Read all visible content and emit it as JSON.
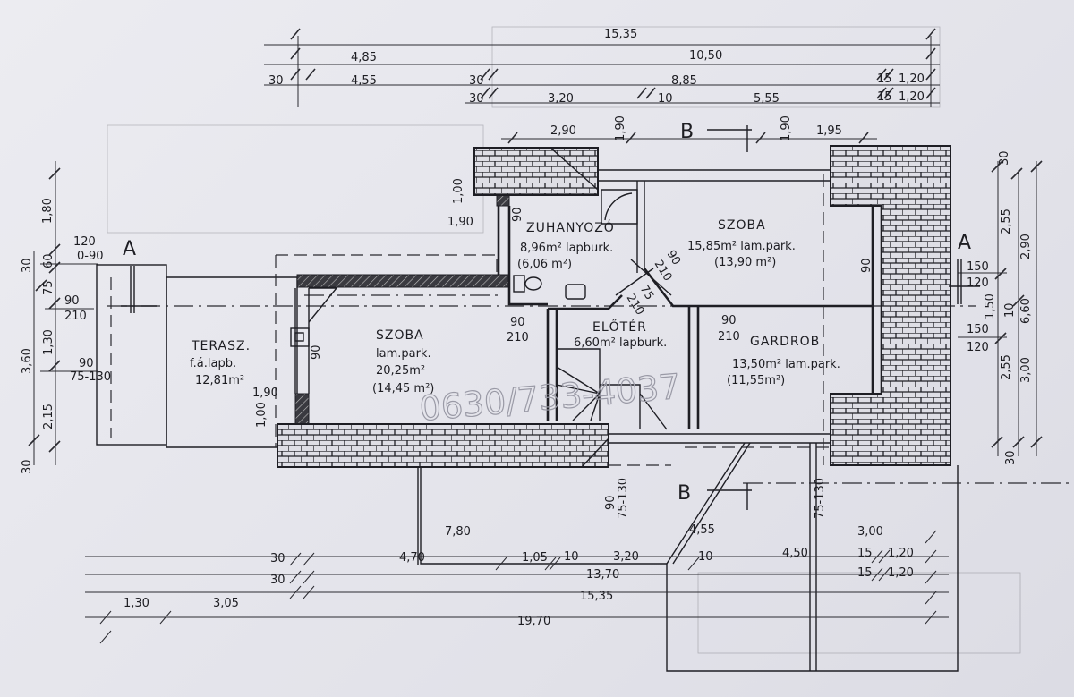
{
  "drawing": {
    "title": "Floor plan",
    "watermark": "0630/733-4037",
    "section_markers": [
      "A",
      "A",
      "B",
      "B"
    ],
    "rooms": [
      {
        "name": "ZUHANYOZÓ",
        "area": "8,96m² lapburk.",
        "net": "(6,06 m²)"
      },
      {
        "name": "SZOBA",
        "area": "15,85m² lam.park.",
        "net": "(13,90 m²)"
      },
      {
        "name": "ELŐTÉR",
        "area": "6,60m² lapburk.",
        "net": ""
      },
      {
        "name": "GARDROB",
        "area": "13,50m² lam.park.",
        "net": "(11,55m²)"
      },
      {
        "name": "TERASZ.",
        "area": "f.á.lapb.",
        "net": "12,81m²"
      },
      {
        "name": "SZOBA",
        "area": "lam.park.",
        "net": "20,25m²",
        "extra": "(14,45 m²)"
      }
    ],
    "dimensions": [
      "15,35",
      "4,85",
      "10,50",
      "30",
      "4,55",
      "30",
      "8,85",
      "15",
      "1,20",
      "30",
      "3,20",
      "10",
      "5,55",
      "15",
      "1,20",
      "2,90",
      "1,90",
      "1,90",
      "1,95",
      "1,80",
      "120",
      "0-90",
      "30",
      "60",
      "75",
      "90",
      "210",
      "1,30",
      "3,60",
      "90",
      "75-130",
      "2,15",
      "30",
      "90",
      "210",
      "90",
      "210",
      "90",
      "210",
      "75",
      "210",
      "1,00",
      "1,90",
      "90",
      "90",
      "1,90",
      "1,00",
      "90",
      "30",
      "2,55",
      "2,90",
      "150",
      "120",
      "1,50",
      "10",
      "6,60",
      "150",
      "120",
      "2,55",
      "3,00",
      "30",
      "90",
      "75-130",
      "75-130",
      "7,80",
      "4,55",
      "3,00",
      "30",
      "4,70",
      "1,05",
      "10",
      "3,20",
      "10",
      "4,50",
      "15",
      "1,20",
      "30",
      "13,70",
      "15",
      "1,20",
      "15,35",
      "1,30",
      "3,05",
      "19,70"
    ]
  },
  "colors": {
    "line": "#1e1e24",
    "paper": "#e6e6ec"
  }
}
